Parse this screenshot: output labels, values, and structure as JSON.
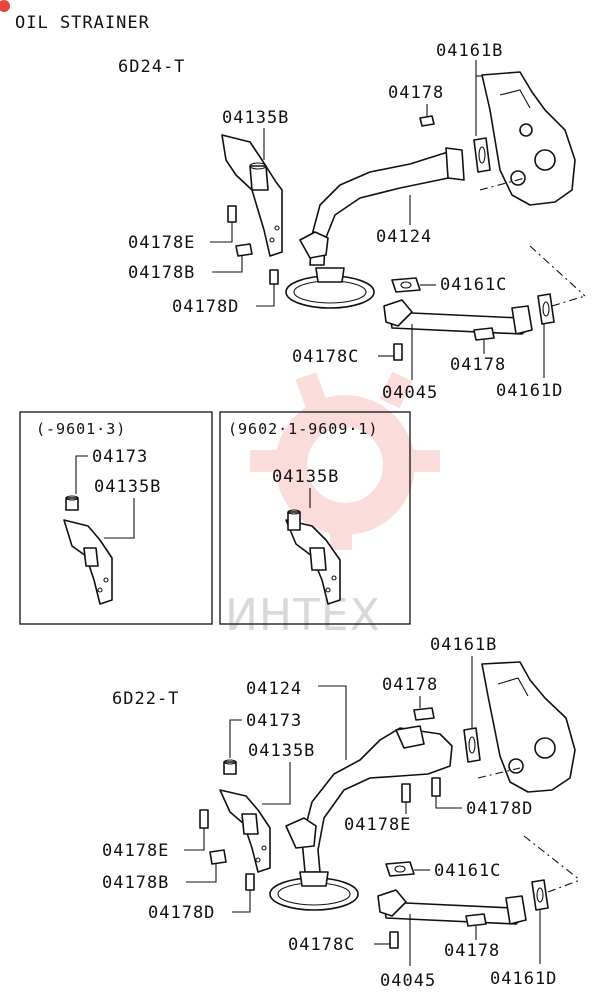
{
  "title": "OIL STRAINER",
  "watermark": {
    "text": "ИНТЕХ",
    "color": "#e8453c"
  },
  "sections": {
    "top": {
      "model": "6D24-T",
      "labels": {
        "bracket": "04135B",
        "gasket_pump": "04161B",
        "bolt_top": "04178",
        "bolt_e": "04178E",
        "bolt_b": "04178B",
        "bolt_d": "04178D",
        "strainer": "04124",
        "gasket_c": "04161C",
        "bolt_c": "04178C",
        "bolt_pipe": "04178",
        "pipe": "04045",
        "gasket_d": "04161D"
      }
    },
    "inset_left": {
      "range": "(-9601·3)",
      "labels": {
        "cap": "04173",
        "bracket": "04135B"
      }
    },
    "inset_right": {
      "range": "(9602·1-9609·1)",
      "labels": {
        "bracket": "04135B"
      }
    },
    "bottom": {
      "model": "6D22-T",
      "labels": {
        "strainer": "04124",
        "cap": "04173",
        "bracket": "04135B",
        "gasket_pump": "04161B",
        "bolt_top": "04178",
        "bolt_e_mid": "04178E",
        "bolt_d_mid": "04178D",
        "bolt_e": "04178E",
        "bolt_b": "04178B",
        "bolt_d": "04178D",
        "gasket_c": "04161C",
        "bolt_c": "04178C",
        "bolt_pipe": "04178",
        "pipe": "04045",
        "gasket_d": "04161D"
      }
    }
  }
}
